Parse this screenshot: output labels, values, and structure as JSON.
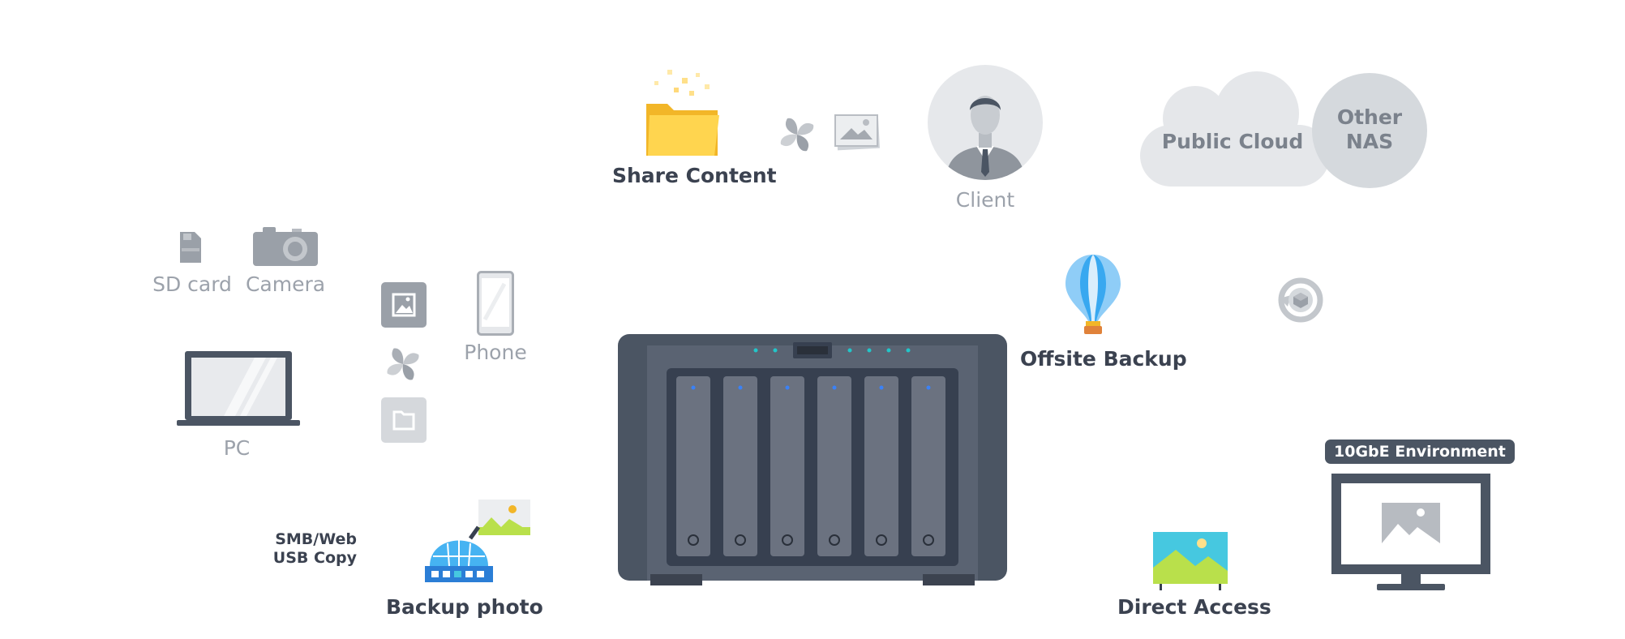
{
  "labels": {
    "share_content": "Share Content",
    "client": "Client",
    "public_cloud": "Public Cloud",
    "other_nas_line1": "Other",
    "other_nas_line2": "NAS",
    "sd_card": "SD card",
    "camera": "Camera",
    "phone": "Phone",
    "pc": "PC",
    "offsite_backup": "Offsite Backup",
    "smb_web": "SMB/Web",
    "usb_copy": "USB Copy",
    "backup_photo": "Backup photo",
    "direct_access": "Direct Access",
    "tenGbE_environment": "10GbE Environment"
  },
  "colors": {
    "nas_body": "#4b5563",
    "nas_bay": "#6b7280",
    "led_teal": "#22c5c9",
    "led_blue": "#3b82f6",
    "folder_yellow": "#ffd54f",
    "balloon_blue": "#38a8f0",
    "observatory_blue": "#2ba3ee",
    "image_green": "#b9e04b",
    "image_sky": "#46c8e0",
    "cloud_grey": "#e5e7ea",
    "circle_grey": "#d5d9dd",
    "label_dark": "#3b4250",
    "label_grey": "#9ca2ab"
  },
  "icons": [
    "folder-icon",
    "pinwheel-icon",
    "photo-icon",
    "client-avatar-icon",
    "cloud-icon",
    "sd-card-icon",
    "camera-icon",
    "image-tile-icon",
    "folder-tile-icon",
    "phone-icon",
    "laptop-icon",
    "nas-icon",
    "balloon-icon",
    "sync-icon",
    "observatory-icon",
    "landscape-icon",
    "monitor-icon"
  ]
}
